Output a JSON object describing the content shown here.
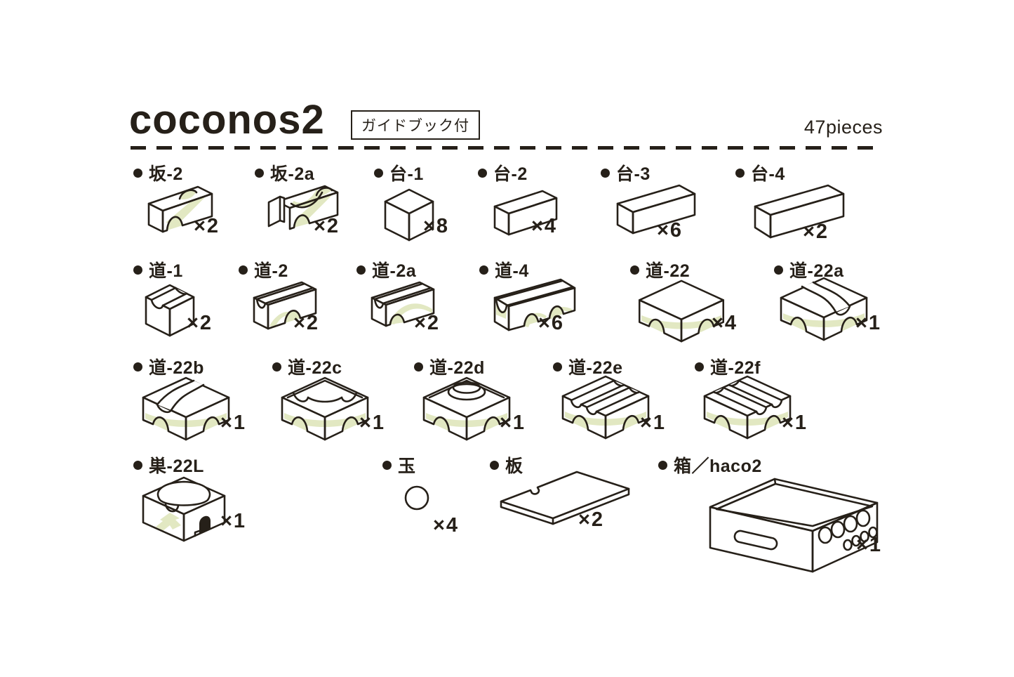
{
  "header": {
    "title": "coconos2",
    "badge": "ガイドブック付",
    "pieces": "47pieces"
  },
  "colors": {
    "ink": "#262019",
    "accent_green": "#e2e8c2",
    "background": "#ffffff"
  },
  "parts": [
    {
      "label": "坂-2",
      "qty": "×2"
    },
    {
      "label": "坂-2a",
      "qty": "×2"
    },
    {
      "label": "台-1",
      "qty": "×8"
    },
    {
      "label": "台-2",
      "qty": "×4"
    },
    {
      "label": "台-3",
      "qty": "×6"
    },
    {
      "label": "台-4",
      "qty": "×2"
    },
    {
      "label": "道-1",
      "qty": "×2"
    },
    {
      "label": "道-2",
      "qty": "×2"
    },
    {
      "label": "道-2a",
      "qty": "×2"
    },
    {
      "label": "道-4",
      "qty": "×6"
    },
    {
      "label": "道-22",
      "qty": "×4"
    },
    {
      "label": "道-22a",
      "qty": "×1"
    },
    {
      "label": "道-22b",
      "qty": "×1"
    },
    {
      "label": "道-22c",
      "qty": "×1"
    },
    {
      "label": "道-22d",
      "qty": "×1"
    },
    {
      "label": "道-22e",
      "qty": "×1"
    },
    {
      "label": "道-22f",
      "qty": "×1"
    },
    {
      "label": "巣-22L",
      "qty": "×1"
    },
    {
      "label": "玉",
      "qty": "×4"
    },
    {
      "label": "板",
      "qty": "×2"
    },
    {
      "label": "箱／haco2",
      "qty": "×1"
    }
  ]
}
